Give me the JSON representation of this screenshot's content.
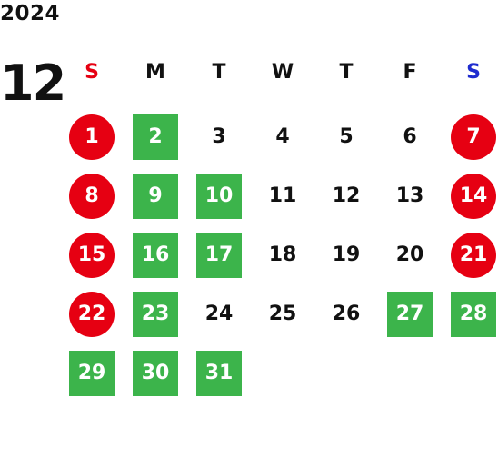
{
  "year": "2024",
  "month": "12",
  "colors": {
    "sunday_header": "#e60012",
    "saturday_header": "#1f2ccf",
    "weekday_header": "#111111",
    "holiday_red": "#e60012",
    "closed_green": "#3cb44b",
    "text_dark": "#111111"
  },
  "weekdays": [
    {
      "label": "S",
      "kind": "sunday"
    },
    {
      "label": "M",
      "kind": "weekday"
    },
    {
      "label": "T",
      "kind": "weekday"
    },
    {
      "label": "W",
      "kind": "weekday"
    },
    {
      "label": "T",
      "kind": "weekday"
    },
    {
      "label": "F",
      "kind": "weekday"
    },
    {
      "label": "S",
      "kind": "saturday"
    }
  ],
  "days": [
    {
      "label": "1",
      "style": "red"
    },
    {
      "label": "2",
      "style": "green"
    },
    {
      "label": "3",
      "style": "plain"
    },
    {
      "label": "4",
      "style": "plain"
    },
    {
      "label": "5",
      "style": "plain"
    },
    {
      "label": "6",
      "style": "plain"
    },
    {
      "label": "7",
      "style": "red"
    },
    {
      "label": "8",
      "style": "red"
    },
    {
      "label": "9",
      "style": "green"
    },
    {
      "label": "10",
      "style": "green"
    },
    {
      "label": "11",
      "style": "plain"
    },
    {
      "label": "12",
      "style": "plain"
    },
    {
      "label": "13",
      "style": "plain"
    },
    {
      "label": "14",
      "style": "red"
    },
    {
      "label": "15",
      "style": "red"
    },
    {
      "label": "16",
      "style": "green"
    },
    {
      "label": "17",
      "style": "green"
    },
    {
      "label": "18",
      "style": "plain"
    },
    {
      "label": "19",
      "style": "plain"
    },
    {
      "label": "20",
      "style": "plain"
    },
    {
      "label": "21",
      "style": "red"
    },
    {
      "label": "22",
      "style": "red"
    },
    {
      "label": "23",
      "style": "green"
    },
    {
      "label": "24",
      "style": "plain"
    },
    {
      "label": "25",
      "style": "plain"
    },
    {
      "label": "26",
      "style": "plain"
    },
    {
      "label": "27",
      "style": "green"
    },
    {
      "label": "28",
      "style": "green"
    },
    {
      "label": "29",
      "style": "green"
    },
    {
      "label": "30",
      "style": "green"
    },
    {
      "label": "31",
      "style": "green"
    }
  ]
}
